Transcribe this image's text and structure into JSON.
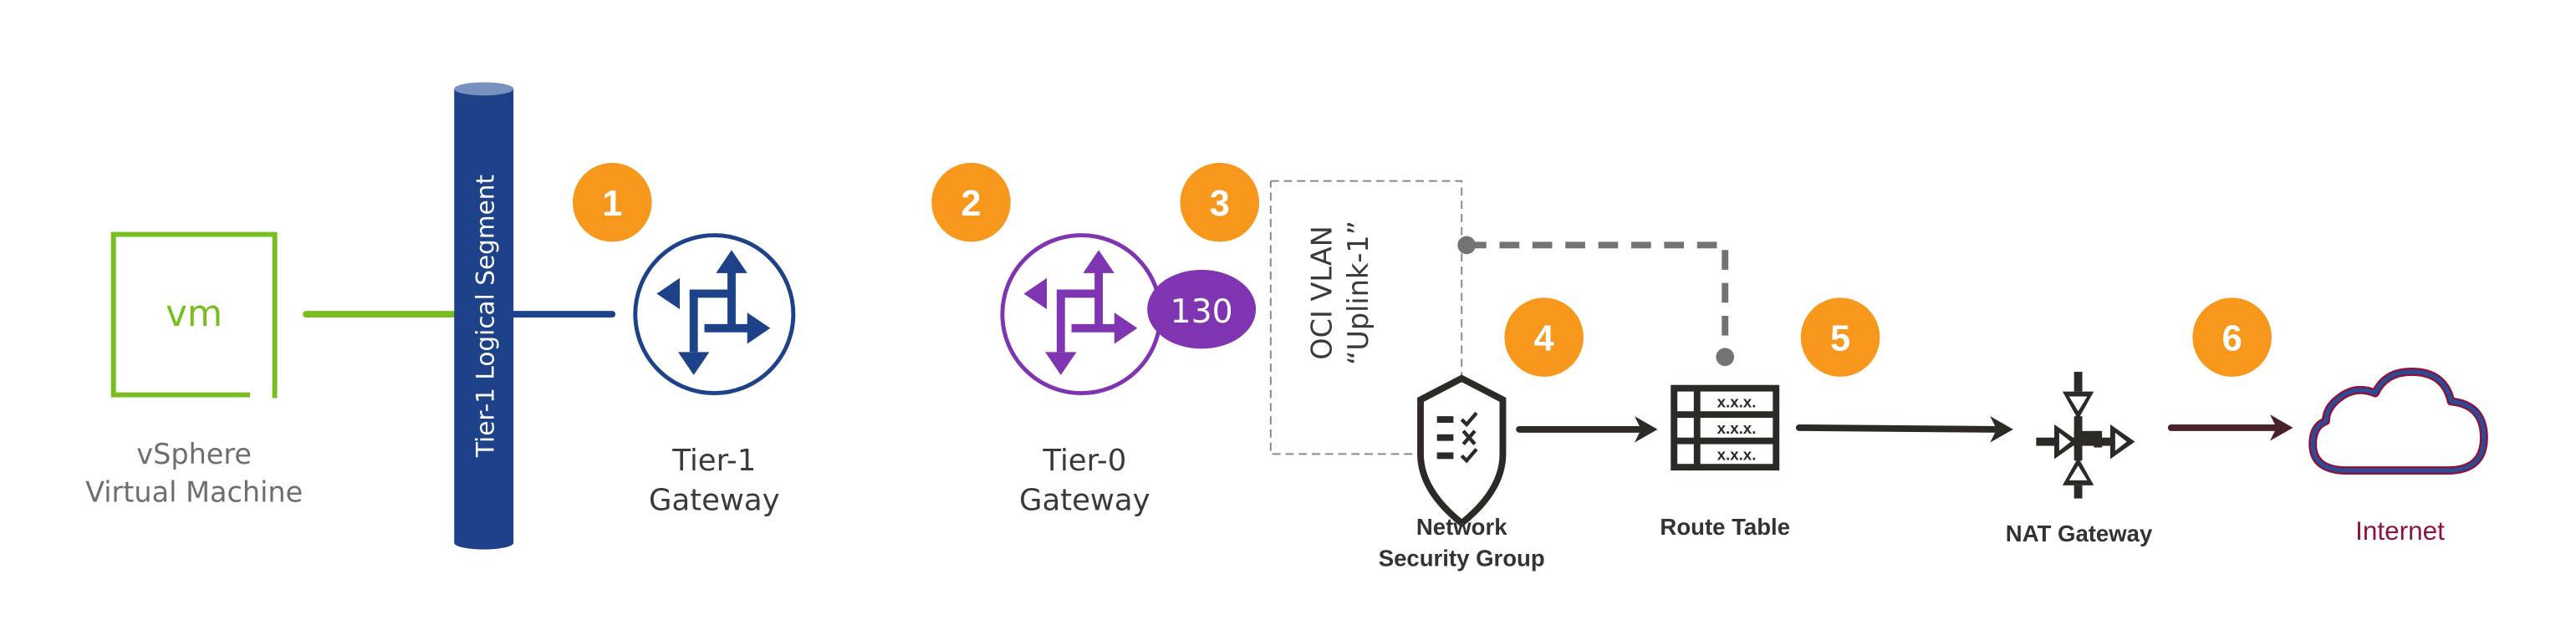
{
  "diagram": {
    "vm": {
      "icon_text": "vm",
      "label_line1": "vSphere",
      "label_line2": "Virtual Machine"
    },
    "segment": {
      "label": "Tier-1 Logical Segment"
    },
    "tier1": {
      "label_line1": "Tier-1",
      "label_line2": "Gateway"
    },
    "tier0": {
      "label_line1": "Tier-0",
      "label_line2": "Gateway",
      "vlan_tag": "130"
    },
    "oci_vlan": {
      "line1": "OCI VLAN",
      "line2": "“Uplink-1”"
    },
    "nsg": {
      "label_line1": "Network",
      "label_line2": "Security Group"
    },
    "route_table": {
      "label": "Route Table",
      "rows": [
        "x.x.x.",
        "x.x.x.",
        "x.x.x."
      ]
    },
    "nat": {
      "label": "NAT Gateway"
    },
    "internet": {
      "label": "Internet"
    },
    "steps": [
      "1",
      "2",
      "3",
      "4",
      "5",
      "6"
    ],
    "colors": {
      "vm_green": "#78be20",
      "tier1_blue": "#1d428a",
      "tier0_purple": "#7f35b2",
      "step_orange": "#f7981d",
      "icon_dark": "#2d2a26",
      "dashed_gray": "#737373",
      "internet_red": "#8a1538"
    }
  }
}
